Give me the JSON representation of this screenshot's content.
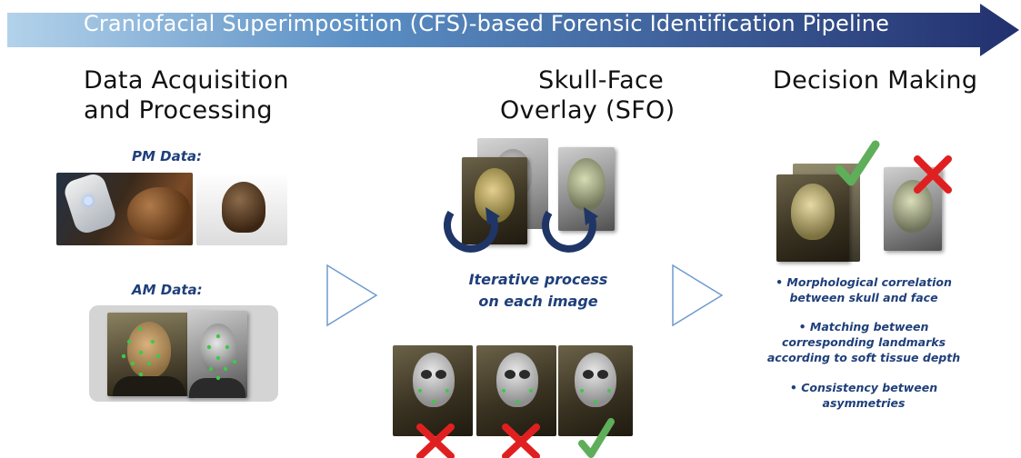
{
  "banner": {
    "title": "Craniofacial Superimposition (CFS)-based Forensic Identification Pipeline"
  },
  "columns": {
    "acquisition": {
      "title_line1": "Data Acquisition",
      "title_line2": "and Processing",
      "pm_label": "PM Data:",
      "am_label": "AM Data:"
    },
    "overlay": {
      "title_line1": "Skull-Face",
      "title_line2": "Overlay (SFO)",
      "iterative_line1": "Iterative process",
      "iterative_line2": "on each image"
    },
    "decision": {
      "title": "Decision Making",
      "criteria": [
        {
          "line1": "• Morphological correlation",
          "line2": "between skull and face"
        },
        {
          "line1": "• Matching between",
          "line2": "corresponding landmarks",
          "line3": "according to soft tissue depth"
        },
        {
          "line1": "• Consistency between",
          "line2": "asymmetries"
        }
      ]
    }
  },
  "colors": {
    "banner_start": "#a9cbe6",
    "banner_end": "#22306e",
    "accent_text": "#1f3f7a",
    "check": "#5fae5a",
    "cross": "#e02020",
    "landmark": "#3ec84a"
  }
}
